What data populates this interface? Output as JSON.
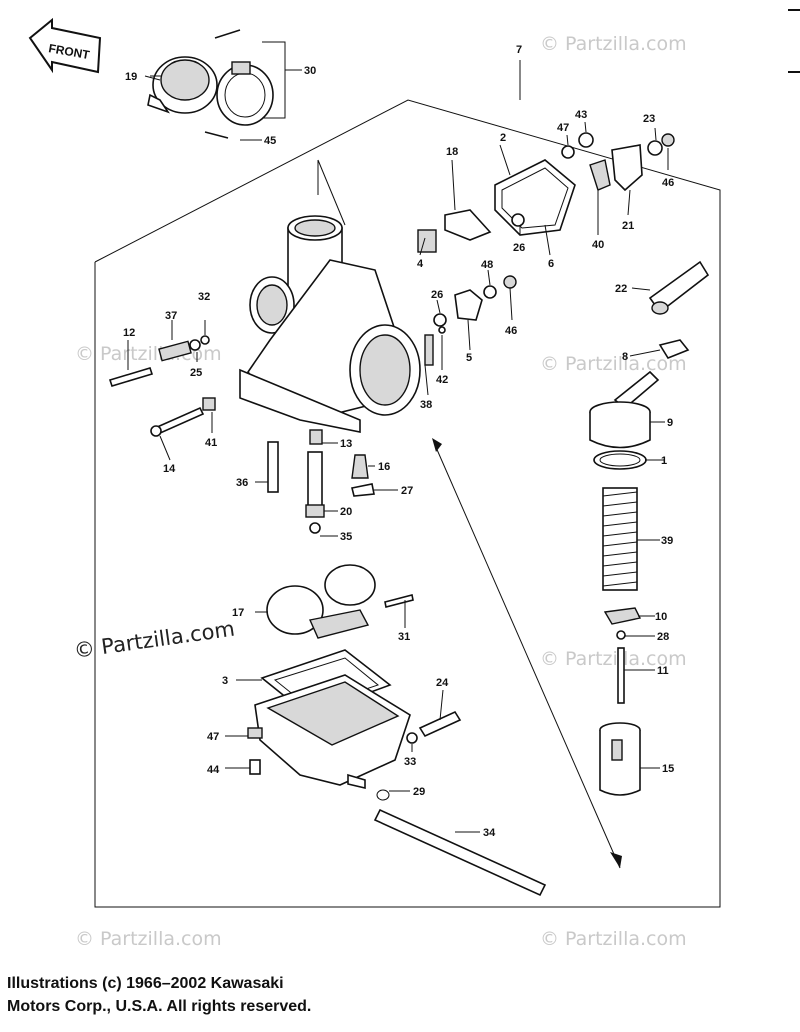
{
  "diagram": {
    "front_label": "FRONT",
    "callouts": [
      "1",
      "2",
      "3",
      "4",
      "5",
      "6",
      "7",
      "8",
      "9",
      "10",
      "11",
      "12",
      "13",
      "14",
      "15",
      "16",
      "17",
      "18",
      "19",
      "20",
      "21",
      "22",
      "23",
      "24",
      "25",
      "26",
      "26",
      "27",
      "28",
      "29",
      "30",
      "31",
      "32",
      "33",
      "34",
      "35",
      "36",
      "37",
      "38",
      "39",
      "40",
      "41",
      "42",
      "43",
      "44",
      "45",
      "46",
      "46",
      "47",
      "47",
      "48"
    ]
  },
  "watermarks": {
    "small": "© Partzilla.com",
    "large": "© Partzilla.com"
  },
  "footer": {
    "line1": "Illustrations (c) 1966–2002 Kawasaki",
    "line2": "Motors Corp., U.S.A.  All rights reserved."
  }
}
